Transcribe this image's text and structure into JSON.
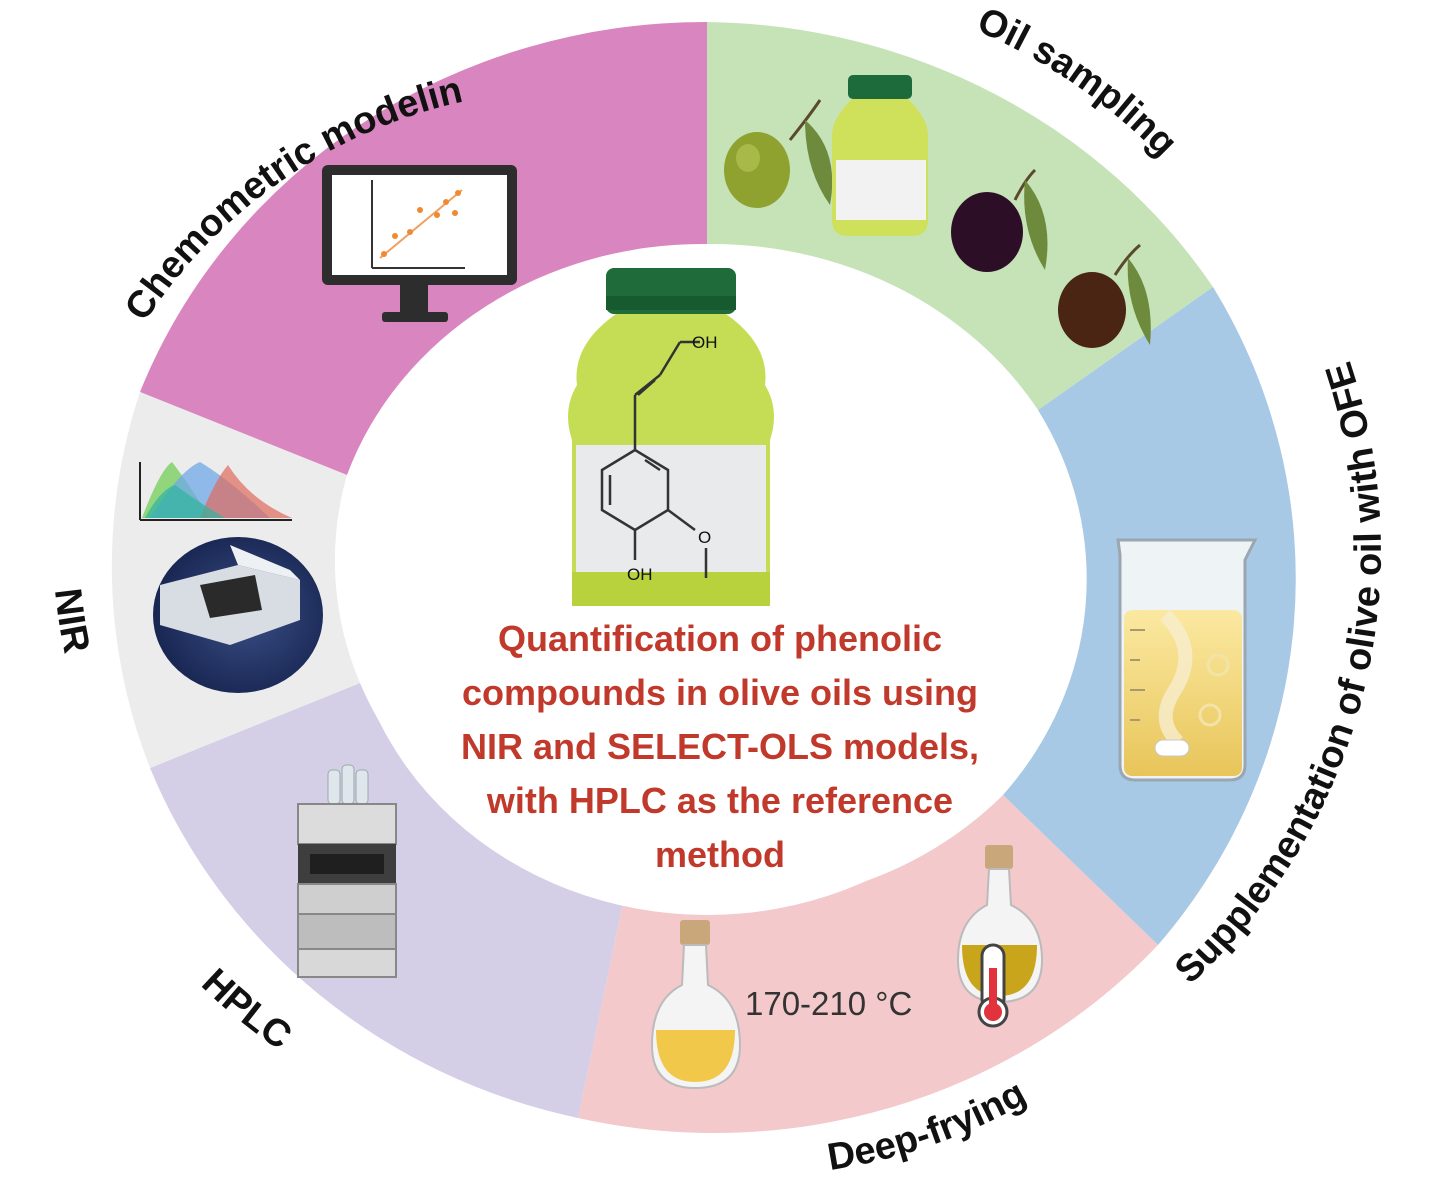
{
  "segments": [
    {
      "id": "chemometric",
      "label": "Chemometric modeling",
      "color": "#d985bf"
    },
    {
      "id": "oil-sampling",
      "label": "Oil sampling",
      "color": "#c6e3b8"
    },
    {
      "id": "supplementation",
      "label": "Supplementation of olive oil with OFE",
      "color": "#a8c9e6"
    },
    {
      "id": "deep-frying",
      "label": "Deep-frying",
      "color": "#f3c9cb"
    },
    {
      "id": "hplc",
      "label": "HPLC",
      "color": "#d4cfe7"
    },
    {
      "id": "nir",
      "label": "NIR",
      "color": "#ececec"
    }
  ],
  "center": {
    "title_lines": [
      "Quantification of phenolic",
      "compounds in olive oils using",
      "NIR and SELECT-OLS models,",
      "with HPLC as the reference",
      "method"
    ],
    "molecule_labels": {
      "top_oh": "OH",
      "bottom_oh": "OH",
      "methoxy_o": "O"
    }
  },
  "deep_frying": {
    "temperature": "170-210 °C"
  },
  "icons": [
    "scatter-plot-monitor-icon",
    "olive-icon",
    "oil-bottle-icon",
    "beaker-icon",
    "oil-cruet-icon",
    "thermometer-icon",
    "hplc-instrument-icon",
    "nir-spectrometer-icon",
    "spectra-plot-icon"
  ]
}
